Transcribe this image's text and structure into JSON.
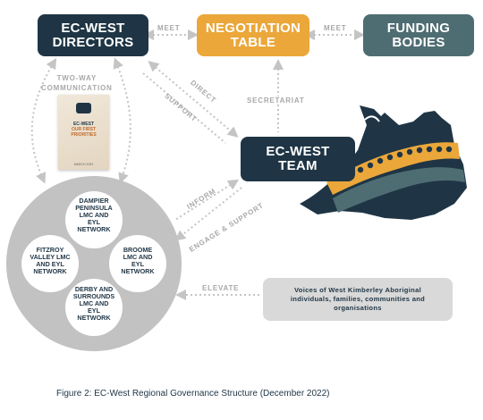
{
  "nodes": {
    "directors": "EC-WEST\nDIRECTORS",
    "negotiation": "NEGOTIATION\nTABLE",
    "funding": "FUNDING\nBODIES",
    "team": "EC-WEST\nTEAM",
    "voices": "Voices of West Kimberley Aboriginal individuals, families, communities and organisations"
  },
  "edges": {
    "meet_left": "MEET",
    "meet_right": "MEET",
    "two_way": "TWO-WAY\nCOMMUNICATION",
    "direct": "DIRECT",
    "support": "SUPPORT",
    "secretariat": "SECRETARIAT",
    "inform": "INFORM",
    "engage_support": "ENGAGE & SUPPORT",
    "elevate": "ELEVATE"
  },
  "booklet": {
    "title": "EC-WEST",
    "subtitle": "OUR FIRST\nPRIORITIES",
    "date": "MARCH 2022"
  },
  "networks": {
    "dampier": "DAMPIER\nPENINSULA\nLMC AND\nEYL\nNETWORK",
    "fitzroy": "FITZROY\nVALLEY LMC\nAND EYL\nNETWORK",
    "broome": "BROOME\nLMC AND\nEYL\nNETWORK",
    "derby": "DERBY AND\nSURROUNDS\nLMC AND\nEYL\nNETWORK"
  },
  "caption": "Figure 2: EC-West Regional Governance Structure (December 2022)",
  "colors": {
    "navy": "#1f3545",
    "gold": "#eba73a",
    "slate": "#4e6d72",
    "grey": "#c4c4c4",
    "light_grey": "#d9d9d9"
  },
  "icons": [
    "wave-illustration",
    "booklet-cover"
  ]
}
